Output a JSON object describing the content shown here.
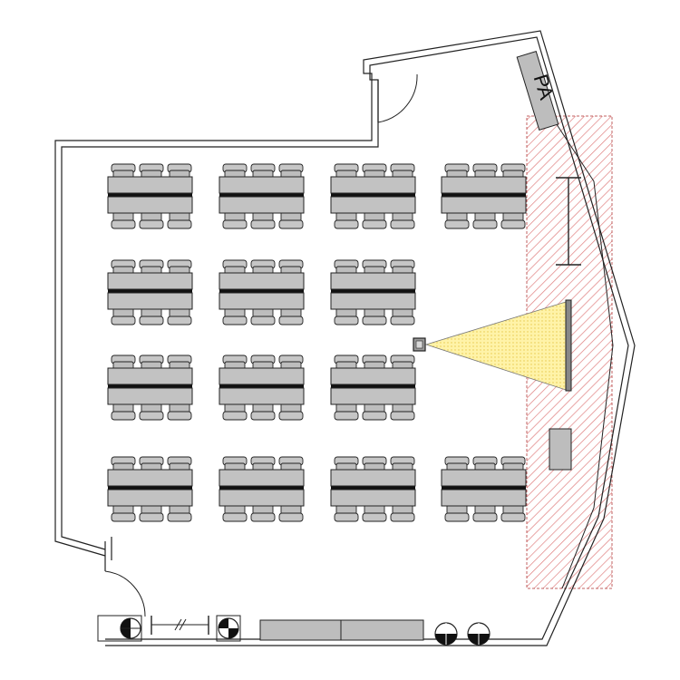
{
  "labels": {
    "pa": "PA"
  },
  "colors": {
    "table_fill": "#c2c2c2",
    "stage_hatch": "#e08080",
    "projector_beam": "#fff2a0",
    "line": "#222222"
  },
  "seating": {
    "rows": 4,
    "columns": 4,
    "missing": [
      [
        1,
        3
      ],
      [
        2,
        3
      ]
    ],
    "chairs_per_side": 3
  },
  "icons": [
    "door-arc-icon",
    "projector-icon",
    "projection-screen-icon",
    "speaker-pa-icon",
    "outlet-icon",
    "whiteboard-icon"
  ]
}
